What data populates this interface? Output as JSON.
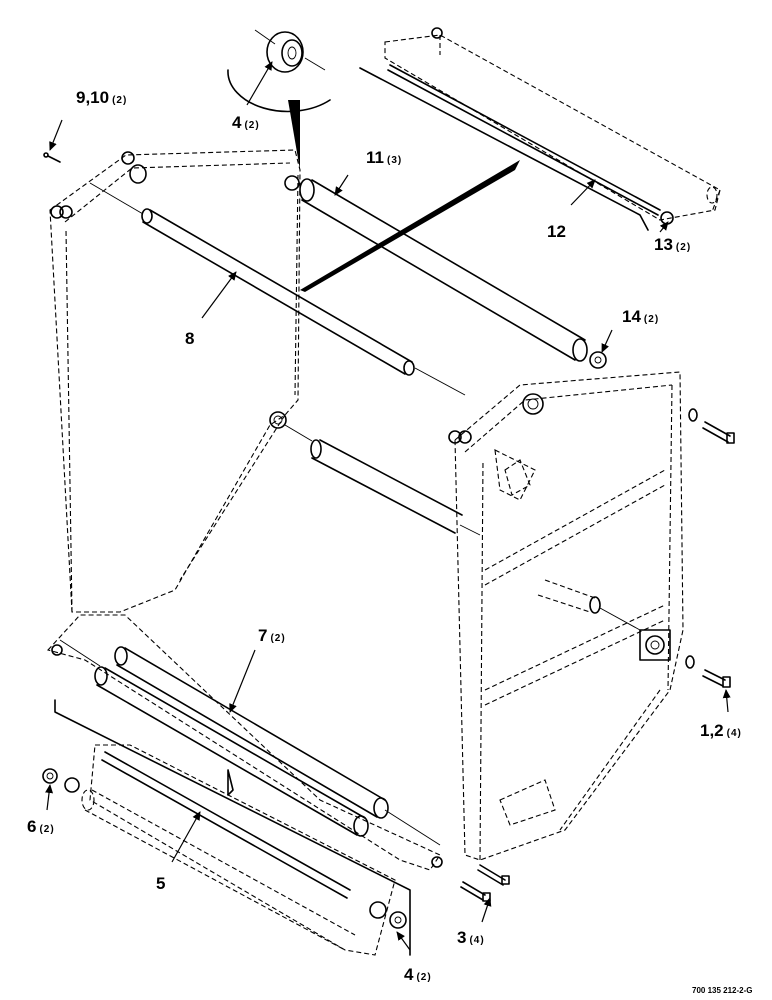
{
  "callouts": [
    {
      "id": "c1",
      "number": "1,2",
      "qty": "(4)"
    },
    {
      "id": "c3",
      "number": "3",
      "qty": "(4)"
    },
    {
      "id": "c4a",
      "number": "4",
      "qty": "(2)"
    },
    {
      "id": "c4b",
      "number": "4",
      "qty": "(2)"
    },
    {
      "id": "c5",
      "number": "5",
      "qty": ""
    },
    {
      "id": "c6",
      "number": "6",
      "qty": "(2)"
    },
    {
      "id": "c7",
      "number": "7",
      "qty": "(2)"
    },
    {
      "id": "c8",
      "number": "8",
      "qty": ""
    },
    {
      "id": "c9",
      "number": "9,10",
      "qty": "(2)"
    },
    {
      "id": "c11",
      "number": "11",
      "qty": "(3)"
    },
    {
      "id": "c12",
      "number": "12",
      "qty": ""
    },
    {
      "id": "c13",
      "number": "13",
      "qty": "(2)"
    },
    {
      "id": "c14",
      "number": "14",
      "qty": "(2)"
    }
  ],
  "part_number": "700 135 212-2-G"
}
